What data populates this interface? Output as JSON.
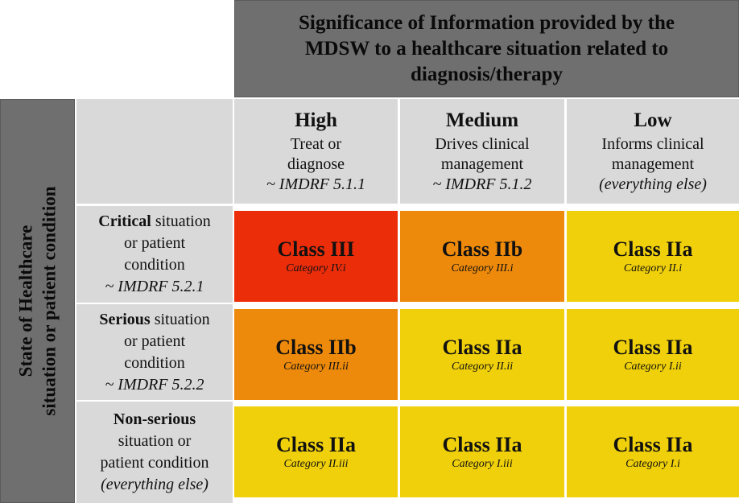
{
  "top_header": {
    "line1": "Significance of Information provided by the",
    "line2": "MDSW to a healthcare situation related to",
    "line3": "diagnosis/therapy"
  },
  "side_header": {
    "line1": "State of Healthcare",
    "line2": "situation or patient condition"
  },
  "columns": [
    {
      "title": "High",
      "line1": "Treat or",
      "line2": "diagnose",
      "ref": "~ IMDRF 5.1.1"
    },
    {
      "title": "Medium",
      "line1": "Drives clinical",
      "line2": "management",
      "ref": "~ IMDRF 5.1.2"
    },
    {
      "title": "Low",
      "line1": "Informs clinical",
      "line2": "management",
      "ref": "(everything else)"
    }
  ],
  "rows": [
    {
      "bold": "Critical",
      "rest": " situation",
      "line2": "or patient",
      "line3": "condition",
      "line4": "~ IMDRF 5.2.1"
    },
    {
      "bold": "Serious",
      "rest": " situation",
      "line2": "or patient",
      "line3": "condition",
      "line4": "~ IMDRF 5.2.2"
    },
    {
      "bold": "Non-serious",
      "rest": "",
      "line2": "situation or",
      "line3": "patient condition",
      "line4": "(everything else)"
    }
  ],
  "cells": [
    [
      {
        "class": "Class III",
        "category": "Category IV.i",
        "color": "#ec2d0a"
      },
      {
        "class": "Class IIb",
        "category": "Category III.i",
        "color": "#ee8a0b"
      },
      {
        "class": "Class IIa",
        "category": "Category II.i",
        "color": "#f0d00a"
      }
    ],
    [
      {
        "class": "Class IIb",
        "category": "Category III.ii",
        "color": "#ee8a0b"
      },
      {
        "class": "Class IIa",
        "category": "Category II.ii",
        "color": "#f0d00a"
      },
      {
        "class": "Class IIa",
        "category": "Category I.ii",
        "color": "#f0d00a"
      }
    ],
    [
      {
        "class": "Class IIa",
        "category": "Category II.iii",
        "color": "#f0d00a"
      },
      {
        "class": "Class IIa",
        "category": "Category I.iii",
        "color": "#f0d00a"
      },
      {
        "class": "Class IIa",
        "category": "Category I.i",
        "color": "#f0d00a"
      }
    ]
  ]
}
